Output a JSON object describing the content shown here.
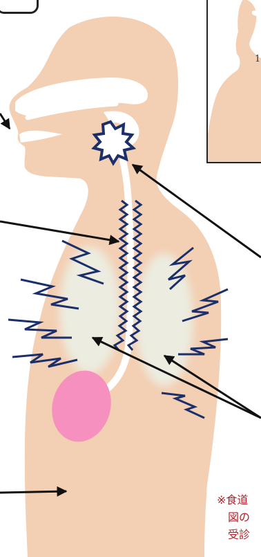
{
  "colors": {
    "skin": "#f3cfb3",
    "lung": "#ecece0",
    "stomach": "#f590bf",
    "zigzag": "#1b2f6b",
    "arrow": "#111111",
    "note_text": "#b5202a"
  },
  "icons": {
    "pain_burst": "starburst",
    "ache": "lightning-zigzag"
  },
  "inset": {
    "number": "1"
  },
  "note": {
    "lines": [
      "※食道",
      "図の",
      "受診"
    ]
  }
}
